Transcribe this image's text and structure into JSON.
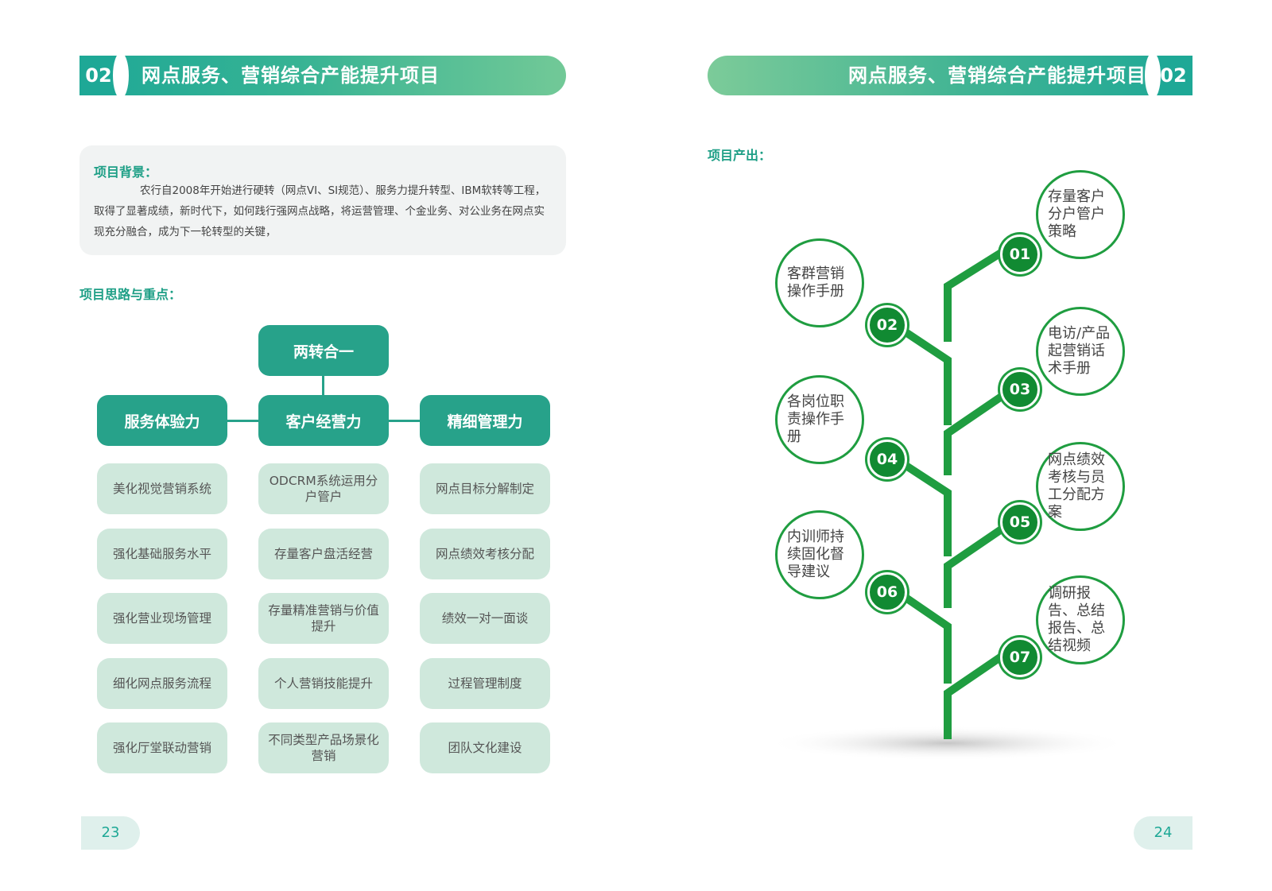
{
  "left_page": {
    "number_tab": "02",
    "title": "网点服务、营销综合产能提升项目",
    "background": {
      "label": "项目背景：",
      "text": "农行自2008年开始进行硬转（网点VI、SI规范）、服务力提升转型、IBM软转等工程，取得了显著成绩，新时代下，如何践行强网点战略，将运营管理、个金业务、对公业务在网点实现充分融合，成为下一轮转型的关键，"
    },
    "approach_label": "项目思路与重点：",
    "mindmap": {
      "top": "两转合一",
      "columns": [
        {
          "head": "服务体验力",
          "items": [
            "美化视觉营销系统",
            "强化基础服务水平",
            "强化营业现场管理",
            "细化网点服务流程",
            "强化厅堂联动营销"
          ]
        },
        {
          "head": "客户经营力",
          "items": [
            "ODCRM系统运用分户管户",
            "存量客户盘活经营",
            "存量精准营销与价值提升",
            "个人营销技能提升",
            "不同类型产品场景化营销"
          ]
        },
        {
          "head": "精细管理力",
          "items": [
            "网点目标分解制定",
            "网点绩效考核分配",
            "绩效一对一面谈",
            "过程管理制度",
            "团队文化建设"
          ]
        }
      ]
    },
    "page_number": "23"
  },
  "right_page": {
    "number_tab": "02",
    "title": "网点服务、营销综合产能提升项目",
    "output_label": "项目产出：",
    "outputs": [
      {
        "num": "01",
        "text": "存量客户分户管户策略"
      },
      {
        "num": "02",
        "text": "客群营销操作手册"
      },
      {
        "num": "03",
        "text": "电访/产品起营销话术手册"
      },
      {
        "num": "04",
        "text": "各岗位职责操作手册"
      },
      {
        "num": "05",
        "text": "网点绩效考核与员工分配方案"
      },
      {
        "num": "06",
        "text": "内训师持续固化督导建议"
      },
      {
        "num": "07",
        "text": "调研报告、总结报告、总结视频"
      }
    ],
    "page_number": "24",
    "colors": {
      "tree_green": "#1f9d40",
      "badge_green": "#118a32",
      "teal": "#27a28a"
    }
  }
}
